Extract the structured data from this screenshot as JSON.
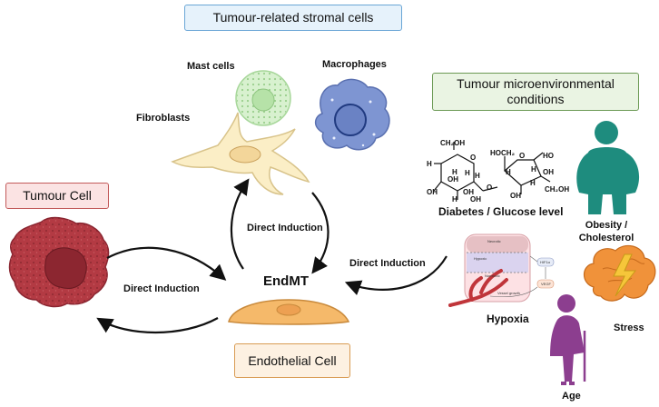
{
  "headers": {
    "stromal": "Tumour-related stromal cells",
    "microenv": "Tumour microenvironmental conditions",
    "tumour_cell": "Tumour Cell",
    "endothelial": "Endothelial Cell"
  },
  "labels": {
    "mast_cells": "Mast cells",
    "macrophages": "Macrophages",
    "fibroblasts": "Fibroblasts",
    "endmt": "EndMT",
    "diabetes": "Diabetes / Glucose level",
    "obesity": "Obesity /\nCholesterol",
    "hypoxia": "Hypoxia",
    "stress": "Stress",
    "age": "Age"
  },
  "arrows": {
    "stromal_to_endmt": "Direct Induction",
    "tumour_to_endmt": "Direct Induction",
    "microenv_to_endmt": "Direct Induction"
  },
  "hypoxia_inset": {
    "necrotic": "Necrotic",
    "hypoxic": "Hypoxic",
    "normoxic": "Normoxic",
    "hif1a": "HIF1α",
    "vegf": "VEGF",
    "vessel_growth": "Vessel growth"
  },
  "chem": {
    "glucose": [
      "CH₂OH",
      "H",
      "O",
      "H",
      "OH",
      "H",
      "OH",
      "OH",
      "H",
      "H",
      "OH"
    ],
    "fructose": [
      "HOCH₂",
      "O",
      "H",
      "HO",
      "H",
      "OH",
      "OH",
      "H",
      "CH₂OH"
    ],
    "link_o": "O"
  },
  "colors": {
    "tumour": "#a8323a",
    "tumour_dark": "#7a1f27",
    "endothelial": "#f5b96a",
    "fibroblast": "#f8e7b4",
    "mast": "#bde8b2",
    "macrophage": "#6f88c8",
    "obesity": "#1e8c7e",
    "stress": "#e8852c",
    "age": "#8c3e8f",
    "vessel": "#c0353a",
    "stromal_box_fill": "#e6f2fb",
    "stromal_box_border": "#6aa6d6",
    "microenv_box_fill": "#eaf4e3",
    "microenv_box_border": "#6c9a55",
    "tumour_box_fill": "#fbe3e3",
    "tumour_box_border": "#c25a5a",
    "endo_box_fill": "#fdf1e2",
    "endo_box_border": "#d99b53"
  }
}
